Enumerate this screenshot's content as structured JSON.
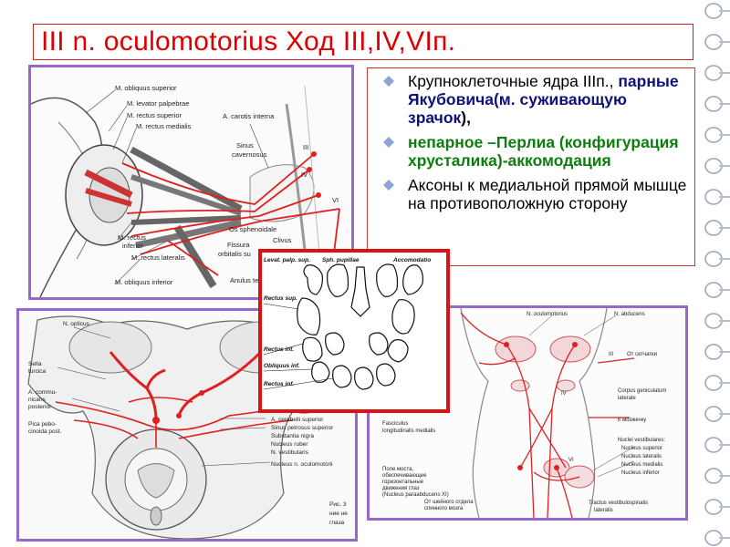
{
  "slide": {
    "title": "III n. oculomotorius  Ход III,IV,VIп."
  },
  "bullets": [
    {
      "parts": [
        {
          "text": "Крупноклеточные ядра IIIп., ",
          "style": "normal"
        },
        {
          "text": "парные Якубовича(м. суживающую зрачок",
          "style": "bold-navy"
        },
        {
          "text": "),",
          "style": "normal-bold"
        }
      ]
    },
    {
      "parts": [
        {
          "text": "непарное –Перлиа (конфигурация хрусталика)-аккомодация",
          "style": "bold-green"
        }
      ]
    },
    {
      "parts": [
        {
          "text": "Аксоны к медиальной прямой мышце на противоположную сторону",
          "style": "normal"
        }
      ]
    }
  ],
  "figure_orbit": {
    "labels": {
      "obliquus_superior": "M. obliquus superior",
      "levator": "M. levator palpebrae",
      "rectus_superior": "M. rectus superior",
      "rectus_medialis": "M. rectus medialis",
      "carotis": "A. carotis interna",
      "sinus": "Sinus",
      "cavernosus": "cavernosus",
      "iii": "III",
      "iv": "IV",
      "vi": "VI",
      "rectus_inferior_1": "M. rectus",
      "rectus_inferior_2": "inferior",
      "sphenoidale": "Os sphenoidale",
      "clivus": "Clivus",
      "fissura": "Fissura",
      "orbitalis": "orbitalis su",
      "rectus_lateralis": "M. rectus lateralis",
      "obliquus_inferior": "M. obliquus inferior",
      "anulus": "Anulus ten"
    }
  },
  "figure_nuclei": {
    "labels": {
      "levat": "Levat. palp. sup.",
      "sph": "Sph. pupillae",
      "accom": "Accomodatio",
      "rectus_sup": "Rectus sup.",
      "rectus_int": "Rectus int.",
      "obliquus_inf": "Obliquus inf.",
      "rectus_inf": "Rectus inf."
    }
  },
  "figure_base": {
    "labels": {
      "opticus": "N. opticus",
      "sella_1": "Sella",
      "sella_2": "turcica",
      "a_comm_1": "A. commu-",
      "a_comm_2": "nicans",
      "a_comm_3": "posterior",
      "pica_1": "Pica pebo-",
      "pica_2": "cinoida post.",
      "cerebelli": "A. cerebelli superior",
      "petrosus": "Sinus petrosus superior",
      "nigra": "Substantia nigra",
      "ruber": "Nucleus ruber",
      "vestibularis": "N. vestibularis",
      "nucleus_oculo": "Nucleus n. oculomotorii",
      "ris_1": "Рис. 3",
      "ris_2": "ние не",
      "ris_3": "глаза"
    }
  },
  "figure_path": {
    "labels": {
      "n_oculo": "N. oculomotorius",
      "n_abducens": "N. abducens",
      "iii": "III",
      "ot_setchatki": "От сетчатки",
      "iv": "IV",
      "corpus_1": "Corpus geniculatum",
      "corpus_2": "laterale",
      "fasciculus_1": "Fasciculus",
      "fasciculus_2": "longitudinalis medialis",
      "k_mozzh": "К мозжечку",
      "nuclei_vest": "Nuclei vestibulares:",
      "nuc_sup": "Nucleus superior",
      "nuc_lat": "Nucleus lateralis",
      "nuc_med": "Nucleus medialis",
      "nuc_inf": "Nucleus inferior",
      "vi": "VI",
      "pole_1": "Поле моста,",
      "pole_2": "обеспечивающее",
      "pole_3": "горизонтальные",
      "pole_4": "движения глаз",
      "pole_5": "(Nucleus paraabducens  XI)",
      "ot_sheinogo_1": "От шейного отдела",
      "ot_sheinogo_2": "спинного мозга",
      "tractus_1": "Tractus vestibulospinalis",
      "tractus_2": "lateralis"
    }
  },
  "colors": {
    "title": "#dd0000",
    "accent_navy": "#10107a",
    "accent_green": "#0d7d0d",
    "frame_purple": "#9966cc",
    "frame_red": "#dd1111",
    "nerve_red": "#e02020",
    "bullet_marker": "#8fa3d9"
  }
}
